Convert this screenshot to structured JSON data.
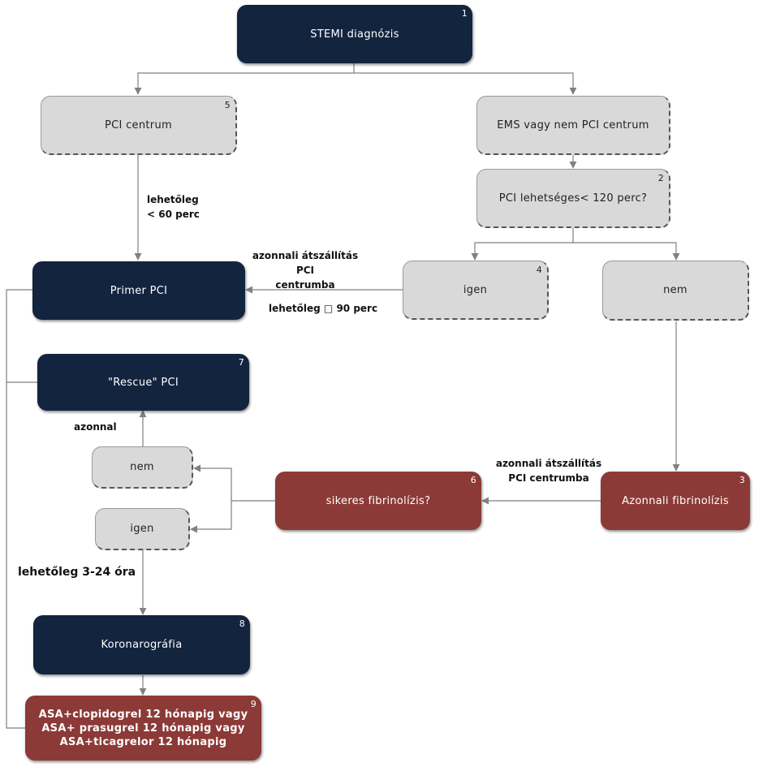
{
  "nodes": {
    "n1": {
      "text": "STEMI diagnózis",
      "num": "1"
    },
    "n5": {
      "text": "PCI centrum",
      "num": "5"
    },
    "ems": {
      "text": "EMS vagy nem PCI centrum"
    },
    "n2": {
      "text": "PCI lehetséges< 120 perc?",
      "num": "2"
    },
    "primer": {
      "text": "Primer PCI"
    },
    "n4": {
      "text": "igen",
      "num": "4"
    },
    "nem_right": {
      "text": "nem"
    },
    "n7": {
      "text": "\"Rescue\" PCI",
      "num": "7"
    },
    "nem_left": {
      "text": "nem"
    },
    "igen_left": {
      "text": "igen"
    },
    "n6": {
      "text": "sikeres fibrinolízis?",
      "num": "6"
    },
    "n3": {
      "text": "Azonnali fibrinolízis",
      "num": "3"
    },
    "n8": {
      "text": "Koronarográfia",
      "num": "8"
    },
    "n9": {
      "lines": [
        "ASA+clopidogrel 12 hónapig vagy",
        "ASA+ prasugrel 12 hónapig vagy",
        "ASA+ticagrelor 12 hónapig"
      ],
      "num": "9"
    }
  },
  "labels": {
    "lehetoleg60_l1": "lehetőleg",
    "lehetoleg60_l2": "< 60 perc",
    "azonnali_pci_l1": "azonnali átszállítás PCI",
    "azonnali_pci_l2": "centrumba",
    "lehetoleg90": "lehetőleg □ 90  perc",
    "azonnal": "azonnal",
    "azonnali_r_l1": "azonnali átszállítás",
    "azonnali_r_l2": "PCI centrumba",
    "lehetoleg324": "lehetőleg 3-24 óra"
  },
  "colors": {
    "navy": "#13243f",
    "gray": "#d9d9d9",
    "red": "#8c3a37",
    "line": "#808080"
  }
}
